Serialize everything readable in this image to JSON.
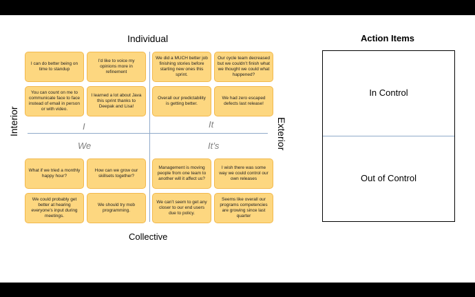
{
  "axes": {
    "top": "Individual",
    "bottom": "Collective",
    "left": "Interior",
    "right": "Exterior"
  },
  "quadrants": {
    "top_left": "I",
    "top_right": "It",
    "bottom_left": "We",
    "bottom_right": "It’s"
  },
  "notes": {
    "i": [
      "I can do better being on time to standup",
      "I’d like to voice my opinions more in refinement",
      "You can count on me to communicate face to face instead of email in person or with video.",
      "I learned a lot about Java this sprint thanks to Deepak and Lisa!"
    ],
    "it": [
      "We did a MUCH better job finishing stories before starting new ones this sprint.",
      "Our cycle team decreased but we couldn’t finish what we thought we could what happened?",
      "Overall our predictability is getting better.",
      "We had zero escaped defects last release!"
    ],
    "we": [
      "What if we tried a monthly happy hour?",
      "How can we grow our skillsets together?",
      "We could probably get better at hearing everyone’s input during meetings.",
      "We should try mob programming."
    ],
    "its": [
      "Management is moving people from one team to another will it affect us?",
      "I wish there was some way we could control our own releases",
      "We can’t seem to get any closer to our end users due to policy.",
      "Seems like overall our programs competencies are growing since last quarter"
    ]
  },
  "action_items": {
    "title": "Action Items",
    "in_control": "In Control",
    "out_of_control": "Out of Control"
  },
  "colors": {
    "note_fill": "#fdd780",
    "note_border": "#f2b84b",
    "axis_line": "#8fa9c9",
    "quadrant_label": "#7f7f7f"
  }
}
